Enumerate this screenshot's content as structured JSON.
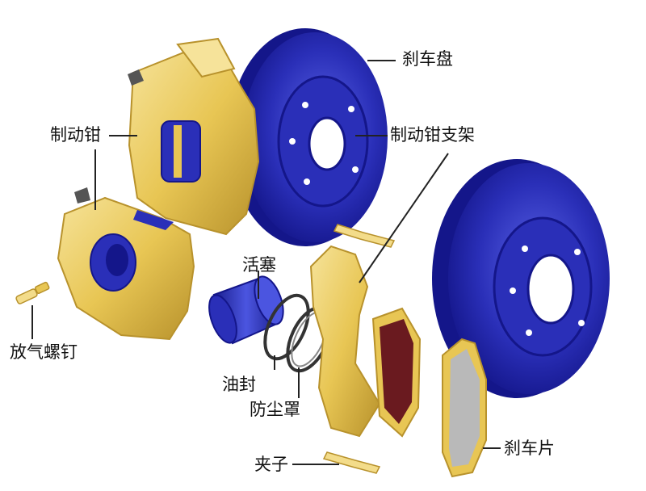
{
  "labels": {
    "brake_disc": "刹车盘",
    "caliper": "制动钳",
    "caliper_bracket": "制动钳支架",
    "piston": "活塞",
    "bleed_screw": "放气螺钉",
    "oil_seal": "油封",
    "dust_boot": "防尘罩",
    "clip": "夹子",
    "brake_pad": "刹车片"
  },
  "colors": {
    "disc_blue": "#2a2fb8",
    "disc_dark": "#14168a",
    "disc_light": "#5a63e6",
    "gold": "#e8c654",
    "gold_dark": "#b8922c",
    "gold_light": "#f6e39a",
    "pad_dark": "#6a1a1f",
    "pad_gray": "#b9b9b9",
    "leader": "#222222"
  }
}
